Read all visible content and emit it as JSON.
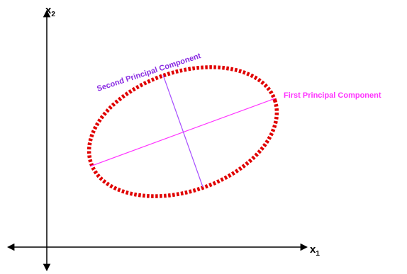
{
  "axes": {
    "x_label": "x",
    "x_subscript": "1",
    "y_label": "x",
    "y_subscript": "2"
  },
  "components": {
    "first_label": "First Principal Component",
    "second_label": "Second Principal Component"
  },
  "colors": {
    "axis": "#000000",
    "ellipse": "#e00000",
    "first_component": "#ff33ff",
    "second_component": "#a64dff",
    "first_label": "#ff33ff",
    "second_label": "#8a2be2"
  }
}
